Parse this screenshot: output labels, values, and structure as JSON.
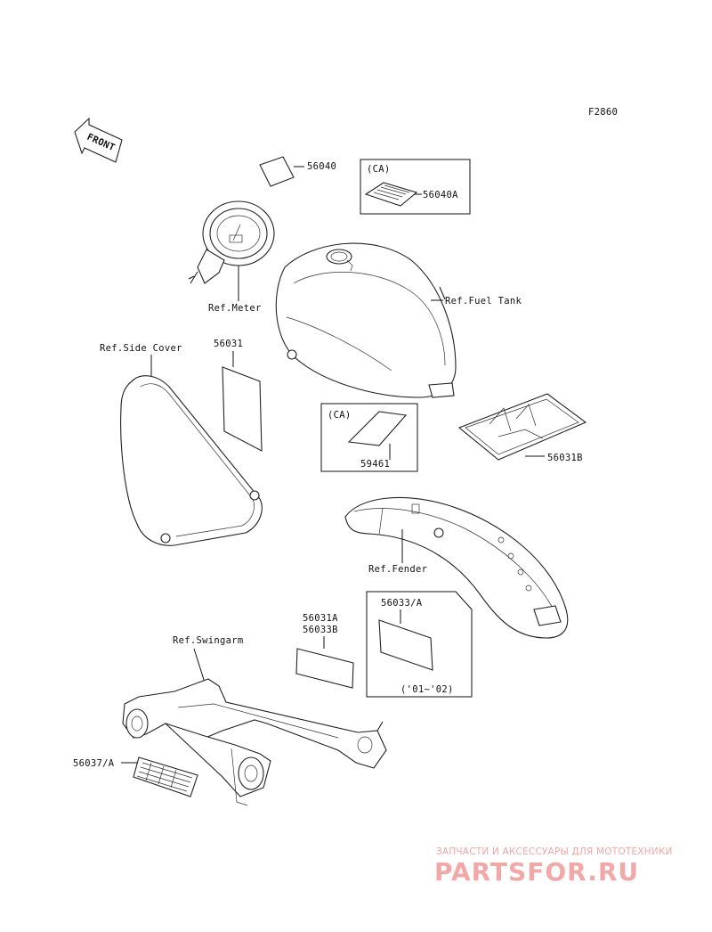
{
  "diagram": {
    "code": "F2860",
    "front_arrow": "FRONT",
    "labels": {
      "p56040": "56040",
      "ca_top": "(CA)",
      "p56040A": "56040A",
      "ref_meter": "Ref.Meter",
      "ref_fuel_tank": "Ref.Fuel Tank",
      "ref_side_cover": "Ref.Side Cover",
      "p56031": "56031",
      "ca_mid": "(CA)",
      "p59461": "59461",
      "p56031B": "56031B",
      "ref_fender": "Ref.Fender",
      "p56031A": "56031A",
      "p56033B": "56033B",
      "p56033A": "56033/A",
      "years": "('01~'02)",
      "ref_swingarm": "Ref.Swingarm",
      "p56037A": "56037/A"
    }
  },
  "watermark": {
    "tagline": "ЗАПЧАСТИ И АКСЕССУАРЫ ДЛЯ МОТОТЕХНИКИ",
    "logo": "PARTSFOR.RU"
  },
  "colors": {
    "line": "#111111",
    "watermark": "#f3a8a8"
  }
}
